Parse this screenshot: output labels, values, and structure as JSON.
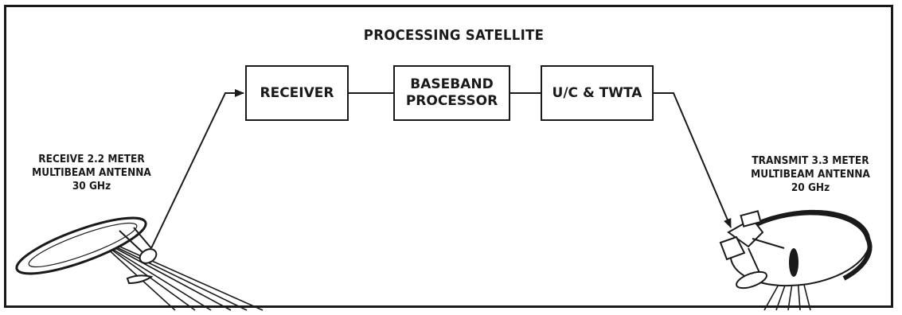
{
  "title": "PROCESSING SATELLITE",
  "blocks": {
    "receiver": "RECEIVER",
    "baseband": "BASEBAND\nPROCESSOR",
    "uc_twta": "U/C & TWTA"
  },
  "receive_antenna": {
    "line1": "RECEIVE 2.2 METER",
    "line2": "MULTIBEAM ANTENNA",
    "line3": "30 GHz"
  },
  "transmit_antenna": {
    "line1": "TRANSMIT 3.3 METER",
    "line2": "MULTIBEAM ANTENNA",
    "line3": "20 GHz"
  },
  "colors": {
    "ink": "#1a1a1a",
    "background": "#ffffff"
  }
}
